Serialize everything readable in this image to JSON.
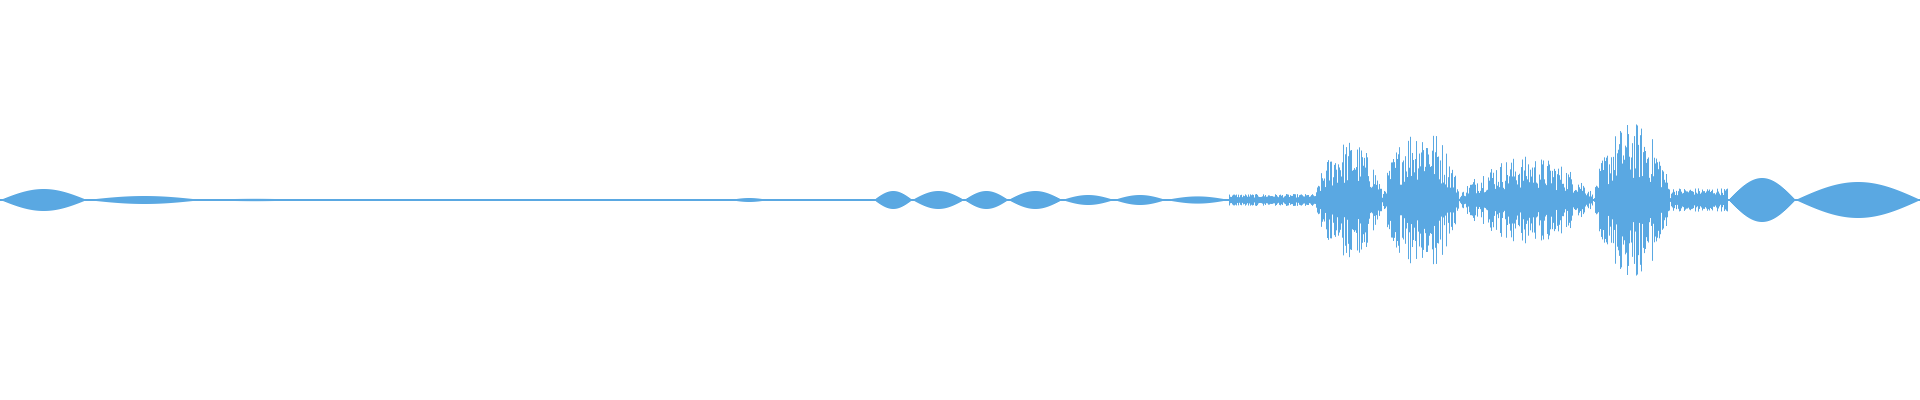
{
  "waveform": {
    "color": "#5aa8e2",
    "background": "#ffffff",
    "segments": [
      {
        "start": 0.0,
        "end": 0.045,
        "shape": "lobe",
        "amp": 0.055
      },
      {
        "start": 0.045,
        "end": 0.105,
        "shape": "lobe",
        "amp": 0.02
      },
      {
        "start": 0.105,
        "end": 0.16,
        "shape": "lobe",
        "amp": 0.006
      },
      {
        "start": 0.16,
        "end": 0.38,
        "shape": "flat",
        "amp": 0.003
      },
      {
        "start": 0.38,
        "end": 0.4,
        "shape": "lobe",
        "amp": 0.01
      },
      {
        "start": 0.4,
        "end": 0.455,
        "shape": "flat",
        "amp": 0.003
      },
      {
        "start": 0.455,
        "end": 0.475,
        "shape": "lobe",
        "amp": 0.045
      },
      {
        "start": 0.475,
        "end": 0.502,
        "shape": "lobe",
        "amp": 0.045
      },
      {
        "start": 0.502,
        "end": 0.525,
        "shape": "lobe",
        "amp": 0.045
      },
      {
        "start": 0.525,
        "end": 0.553,
        "shape": "lobe",
        "amp": 0.045
      },
      {
        "start": 0.553,
        "end": 0.58,
        "shape": "lobe",
        "amp": 0.025
      },
      {
        "start": 0.58,
        "end": 0.607,
        "shape": "lobe",
        "amp": 0.025
      },
      {
        "start": 0.607,
        "end": 0.64,
        "shape": "lobe",
        "amp": 0.018
      },
      {
        "start": 0.64,
        "end": 0.685,
        "shape": "noise",
        "amp": 0.03
      },
      {
        "start": 0.685,
        "end": 0.72,
        "shape": "burst",
        "amp": 0.3
      },
      {
        "start": 0.72,
        "end": 0.76,
        "shape": "burst",
        "amp": 0.38
      },
      {
        "start": 0.76,
        "end": 0.83,
        "shape": "burst",
        "amp": 0.22
      },
      {
        "start": 0.83,
        "end": 0.87,
        "shape": "burst",
        "amp": 0.39
      },
      {
        "start": 0.87,
        "end": 0.9,
        "shape": "noise",
        "amp": 0.06
      },
      {
        "start": 0.9,
        "end": 0.935,
        "shape": "lobe",
        "amp": 0.11
      },
      {
        "start": 0.935,
        "end": 1.0,
        "shape": "lobe",
        "amp": 0.09
      }
    ]
  }
}
